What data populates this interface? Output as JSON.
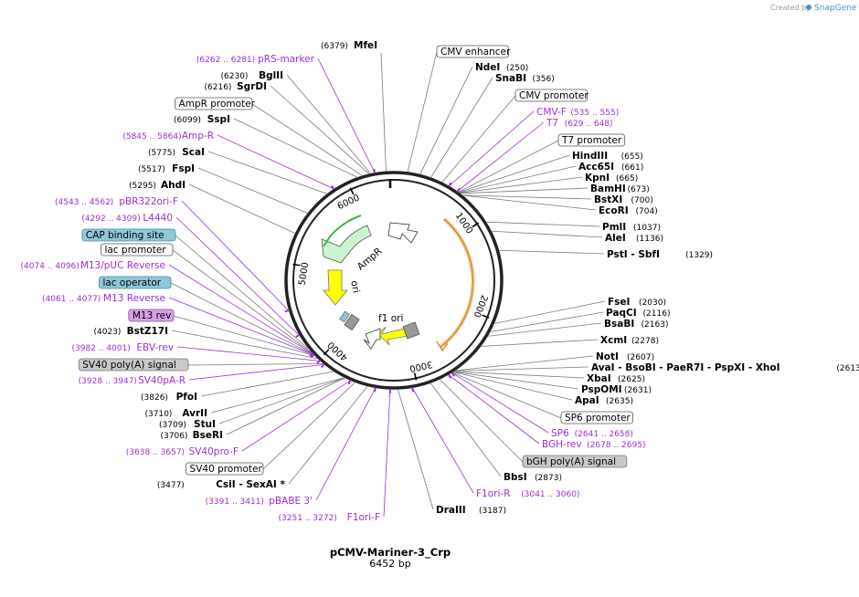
{
  "header": {
    "created_by": "Created by",
    "brand": "SnapGene"
  },
  "plasmid": {
    "name": "pCMV-Mariner-3_Crp",
    "size": "6452 bp"
  },
  "ticks": [
    "1000",
    "2000",
    "3000",
    "4000",
    "5000",
    "6000"
  ],
  "features_inner": [
    {
      "label": "AmpR"
    },
    {
      "label": "ori"
    },
    {
      "label": "f1 ori"
    }
  ],
  "labels_right": [
    {
      "kind": "feature",
      "name": "CMV enhancer",
      "style": "white"
    },
    {
      "kind": "site",
      "name": "NdeI",
      "coord": "(250)"
    },
    {
      "kind": "site",
      "name": "SnaBI",
      "coord": "(356)"
    },
    {
      "kind": "feature",
      "name": "CMV promoter",
      "style": "white"
    },
    {
      "kind": "primer",
      "name": "CMV-F",
      "coord": "(535 .. 555)"
    },
    {
      "kind": "primer",
      "name": "T7",
      "coord": "(629 .. 648)"
    },
    {
      "kind": "feature",
      "name": "T7 promoter",
      "style": "white"
    },
    {
      "kind": "site",
      "name": "HindIII",
      "coord": "(655)"
    },
    {
      "kind": "site",
      "name": "Acc65I",
      "coord": "(661)"
    },
    {
      "kind": "site",
      "name": "KpnI",
      "coord": "(665)"
    },
    {
      "kind": "site",
      "name": "BamHI",
      "coord": "(673)"
    },
    {
      "kind": "site",
      "name": "BstXI",
      "coord": "(700)"
    },
    {
      "kind": "site",
      "name": "EcoRI",
      "coord": "(704)"
    },
    {
      "kind": "site",
      "name": "PmlI",
      "coord": "(1037)"
    },
    {
      "kind": "site",
      "name": "AleI",
      "coord": "(1136)"
    },
    {
      "kind": "site",
      "name": "PstI  - SbfI",
      "coord": "(1329)"
    },
    {
      "kind": "site",
      "name": "FseI",
      "coord": "(2030)"
    },
    {
      "kind": "site",
      "name": "PaqCI",
      "coord": "(2116)"
    },
    {
      "kind": "site",
      "name": "BsaBI",
      "coord": "(2163)"
    },
    {
      "kind": "site",
      "name": "XcmI",
      "coord": "(2278)"
    },
    {
      "kind": "site",
      "name": "NotI",
      "coord": "(2607)"
    },
    {
      "kind": "site",
      "name": "AvaI  - BsoBI  - PaeR7I  - PspXI  - XhoI",
      "coord": "(2613)"
    },
    {
      "kind": "site",
      "name": "XbaI",
      "coord": "(2625)"
    },
    {
      "kind": "site",
      "name": "PspOMI",
      "coord": "(2631)"
    },
    {
      "kind": "site",
      "name": "ApaI",
      "coord": "(2635)"
    },
    {
      "kind": "feature",
      "name": "SP6 promoter",
      "style": "white"
    },
    {
      "kind": "primer",
      "name": "SP6",
      "coord": "(2641 .. 2658)"
    },
    {
      "kind": "primer",
      "name": "BGH-rev",
      "coord": "(2678 .. 2695)"
    },
    {
      "kind": "feature",
      "name": "bGH poly(A) signal",
      "style": "gray"
    },
    {
      "kind": "site",
      "name": "BbsI",
      "coord": "(2873)"
    },
    {
      "kind": "primer",
      "name": "F1ori-R",
      "coord": "(3041 .. 3060)"
    },
    {
      "kind": "site",
      "name": "DraIII",
      "coord": "(3187)"
    }
  ],
  "labels_left": [
    {
      "kind": "site",
      "name": "MfeI",
      "coord": "(6379)"
    },
    {
      "kind": "primer",
      "name": "pRS-marker",
      "coord": "(6262 .. 6281)"
    },
    {
      "kind": "site",
      "name": "BglII",
      "coord": "(6230)"
    },
    {
      "kind": "site",
      "name": "SgrDI",
      "coord": "(6216)"
    },
    {
      "kind": "feature",
      "name": "AmpR promoter",
      "style": "white"
    },
    {
      "kind": "site",
      "name": "SspI",
      "coord": "(6099)"
    },
    {
      "kind": "primer",
      "name": "Amp-R",
      "coord": "(5845 .. 5864)"
    },
    {
      "kind": "site",
      "name": "ScaI",
      "coord": "(5775)"
    },
    {
      "kind": "site",
      "name": "FspI",
      "coord": "(5517)"
    },
    {
      "kind": "site",
      "name": "AhdI",
      "coord": "(5295)"
    },
    {
      "kind": "primer",
      "name": "pBR322ori-F",
      "coord": "(4543 .. 4562)"
    },
    {
      "kind": "primer",
      "name": "L4440",
      "coord": "(4292 .. 4309)"
    },
    {
      "kind": "feature",
      "name": "CAP binding site",
      "style": "blue"
    },
    {
      "kind": "feature",
      "name": "lac promoter",
      "style": "white"
    },
    {
      "kind": "primer",
      "name": "M13/pUC Reverse",
      "coord": "(4074 .. 4096)"
    },
    {
      "kind": "feature",
      "name": "lac operator",
      "style": "blue"
    },
    {
      "kind": "primer",
      "name": "M13 Reverse",
      "coord": "(4061 .. 4077)"
    },
    {
      "kind": "feature",
      "name": "M13 rev",
      "style": "purple"
    },
    {
      "kind": "site",
      "name": "BstZ17I",
      "coord": "(4023)"
    },
    {
      "kind": "primer",
      "name": "EBV-rev",
      "coord": "(3982 .. 4001)"
    },
    {
      "kind": "feature",
      "name": "SV40 poly(A) signal",
      "style": "gray"
    },
    {
      "kind": "primer",
      "name": "SV40pA-R",
      "coord": "(3928 .. 3947)"
    },
    {
      "kind": "site",
      "name": "PfoI",
      "coord": "(3826)"
    },
    {
      "kind": "site",
      "name": "AvrII",
      "coord": "(3710)"
    },
    {
      "kind": "site",
      "name": "StuI",
      "coord": "(3709)"
    },
    {
      "kind": "site",
      "name": "BseRI",
      "coord": "(3706)"
    },
    {
      "kind": "primer",
      "name": "SV40pro-F",
      "coord": "(3638 .. 3657)"
    },
    {
      "kind": "feature",
      "name": "SV40 promoter",
      "style": "white"
    },
    {
      "kind": "site",
      "name": "CsiI  - SexAI  *",
      "coord": "(3477)"
    },
    {
      "kind": "primer",
      "name": "pBABE 3'",
      "coord": "(3391 .. 3411)"
    },
    {
      "kind": "primer",
      "name": "F1ori-F",
      "coord": "(3251 .. 3272)"
    }
  ],
  "colors": {
    "primer": "#9b2fd6",
    "site": "#000000",
    "white_box": "#ffffff",
    "gray_box": "#c8c8c8",
    "blue_box": "#8ec8d8",
    "purple_box": "#d8a0e8",
    "ampr_fill": "#c8f5d0",
    "orange_arc": "#f4c48a",
    "ori_arrow": "#ffff00"
  }
}
